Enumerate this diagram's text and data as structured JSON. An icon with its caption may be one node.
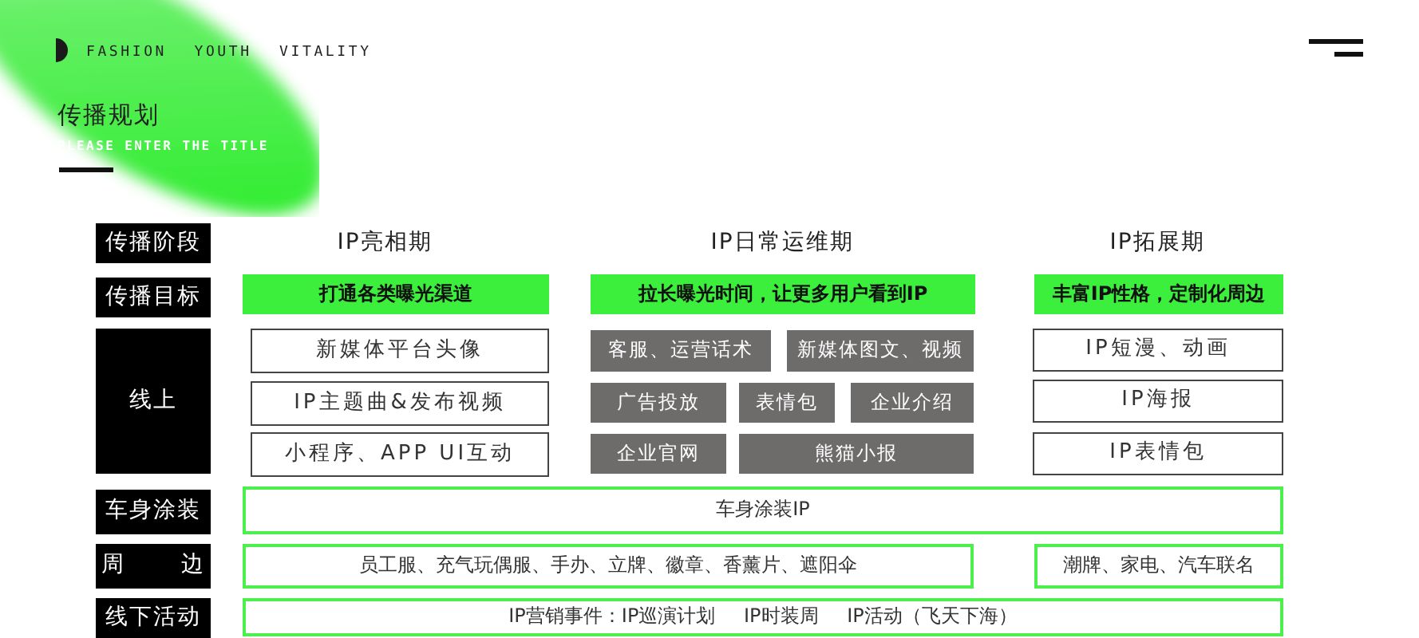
{
  "diagram": {
    "nodes": [
      {
        "text": [
          "传播阶段"
        ]
      },
      {
        "text": [
          "传播目标"
        ]
      },
      {
        "text": [
          "打通各类曝光渠道"
        ]
      },
      {
        "text": [
          "拉长曝光时间，让更多用户看到IP"
        ]
      },
      {
        "text": [
          "丰富IP性格，定制化周边"
        ]
      },
      {
        "text": [
          "线上"
        ]
      },
      {
        "text": [
          "新媒体平台头像"
        ]
      },
      {
        "text": [
          "客服、运营话术"
        ]
      },
      {
        "text": [
          "新媒体图文、视频"
        ]
      },
      {
        "text": [
          "IP短漫、动画"
        ]
      },
      {
        "text": [
          "IP主题曲&发布视频"
        ]
      },
      {
        "text": [
          "广告投放"
        ]
      },
      {
        "text": [
          "表情包"
        ]
      },
      {
        "text": [
          "企业介绍"
        ]
      },
      {
        "text": [
          "IP海报"
        ]
      },
      {
        "text": [
          "小程序、APP UI互动"
        ]
      },
      {
        "text": [
          "企业官网"
        ]
      },
      {
        "text": [
          "熊猫小报"
        ]
      },
      {
        "text": [
          "IP表情包"
        ]
      },
      {
        "text": [
          "车身涂装"
        ]
      },
      {
        "text": [
          "车身涂装IP"
        ]
      },
      {
        "text": [
          "周 边"
        ]
      },
      {
        "text": [
          "员工服、充气玩偶服、手办、立牌、徽章、香薰片、遮阳伞"
        ]
      },
      {
        "text": [
          "潮牌、家电、汽车联名"
        ]
      },
      {
        "text": [
          "线下活动"
        ]
      },
      {
        "text": [
          "IP营销事件：IP巡演计划 IP时装周 IP活动（飞天下海）"
        ]
      }
    ],
    "labels": [
      "FASHION YOUTH VITALITY",
      "传播规划",
      "PLEASE ENTER THE TITLE",
      "IP亮相期",
      "IP日常运维期",
      "IP拓展期"
    ]
  }
}
